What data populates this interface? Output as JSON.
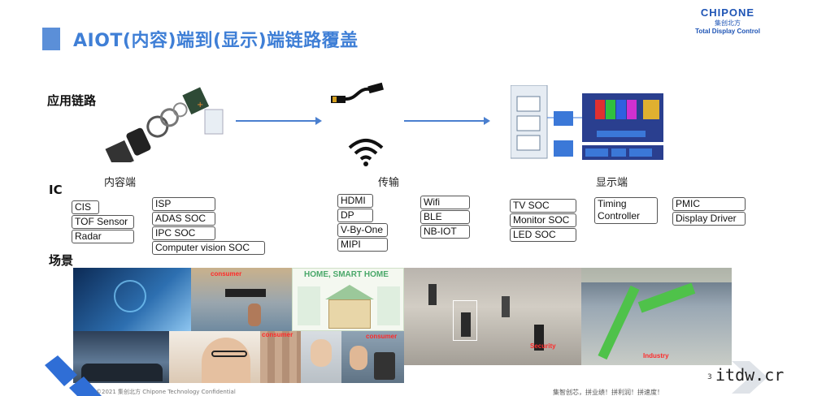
{
  "header": {
    "title": "AIOT(内容)端到(显示)端链路覆盖",
    "logo_main": "CHIPONE",
    "logo_cn": "集创北方",
    "logo_sub": "Total Display Control"
  },
  "sections": {
    "chain_label": "应用链路",
    "ic_label": "IC",
    "scene_label": "场景"
  },
  "columns": {
    "content": "内容端",
    "transmission": "传输",
    "display": "显示端"
  },
  "content_ic_left": [
    "CIS",
    "TOF Sensor",
    "Radar"
  ],
  "content_ic_right": [
    "ISP",
    "ADAS SOC",
    "IPC SOC",
    "Computer vision SOC"
  ],
  "transmission_ic_left": [
    "HDMI",
    "DP",
    "V-By-One",
    "MIPI"
  ],
  "transmission_ic_right": [
    "Wifi",
    "BLE",
    "NB-IOT"
  ],
  "display_ic_soc": [
    "TV SOC",
    "Monitor SOC",
    "LED SOC"
  ],
  "display_ic_tcon": "Timing Controller",
  "display_ic_driver": [
    "PMIC",
    "Display Driver"
  ],
  "scenes": {
    "smart_home": "HOME, SMART HOME",
    "consumer_1": "consumer",
    "consumer_2": "consumer",
    "consumer_3": "consumer",
    "security": "Security",
    "industry": "Industry"
  },
  "footer": {
    "copyright": "©2021 集创北方 Chipone Technology Confidential",
    "slogan": "集智创芯，拼业绩！拼利润！拼速度！",
    "page": "3",
    "watermark": "itdw.cr"
  },
  "colors": {
    "title_blue": "#3f7fd6",
    "brand_blue": "#1e54b5",
    "arrow_blue": "#4a7fcf",
    "tag_red": "#ff2a2a"
  }
}
